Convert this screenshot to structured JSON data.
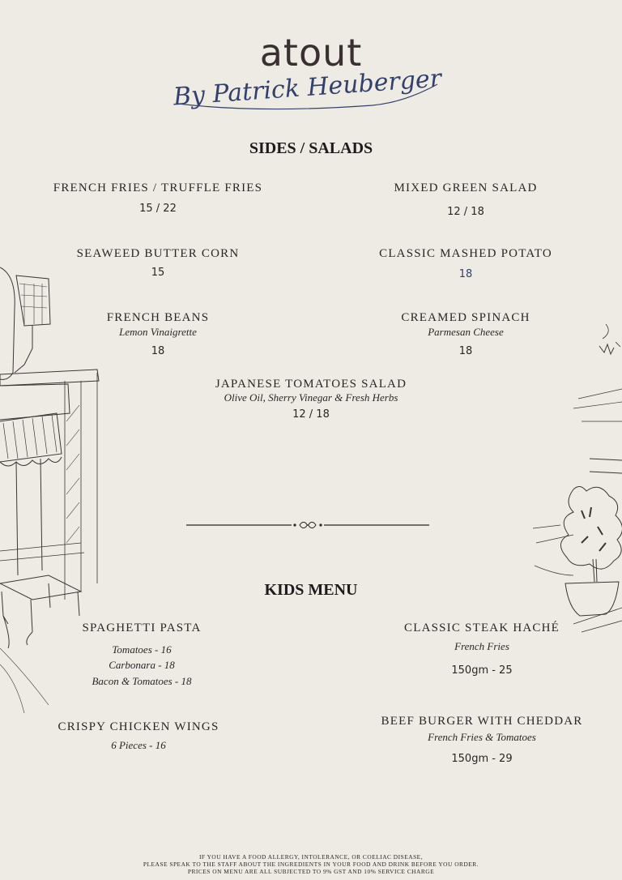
{
  "header": {
    "brand": "atout",
    "script_tagline": "By Patrick Heuberger"
  },
  "sides": {
    "title": "SIDES / SALADS",
    "items": [
      {
        "name": "FRENCH FRIES / TRUFFLE FRIES",
        "desc": "",
        "price": "15 / 22"
      },
      {
        "name": "MIXED GREEN SALAD",
        "desc": "",
        "price": "12 / 18"
      },
      {
        "name": "SEAWEED BUTTER CORN",
        "desc": "",
        "price": "15"
      },
      {
        "name": "CLASSIC MASHED POTATO",
        "desc": "",
        "price": "18"
      },
      {
        "name": "FRENCH BEANS",
        "desc": "Lemon Vinaigrette",
        "price": "18"
      },
      {
        "name": "CREAMED SPINACH",
        "desc": "Parmesan Cheese",
        "price": "18"
      },
      {
        "name": "JAPANESE TOMATOES SALAD",
        "desc": "Olive Oil, Sherry Vinegar & Fresh Herbs",
        "price": "12 / 18"
      }
    ]
  },
  "kids": {
    "title": "KIDS MENU",
    "items": [
      {
        "name": "SPAGHETTI PASTA",
        "lines": [
          "Tomatoes - 16",
          "Carbonara - 18",
          "Bacon & Tomatoes - 18"
        ]
      },
      {
        "name": "CLASSIC STEAK HACHÉ",
        "desc": "French Fries",
        "price": "150gm - 25"
      },
      {
        "name": "CRISPY CHICKEN WINGS",
        "lines": [
          "6 Pieces - 16"
        ]
      },
      {
        "name": "BEEF BURGER WITH CHEDDAR",
        "desc": "French Fries & Tomatoes",
        "price": "150gm - 29"
      }
    ]
  },
  "footer": {
    "line1": "IF YOU HAVE A FOOD ALLERGY, INTOLERANCE, OR COELIAC DISEASE,",
    "line2": "PLEASE SPEAK TO THE STAFF ABOUT THE INGREDIENTS IN YOUR FOOD AND DRINK BEFORE YOU ORDER.",
    "line3": "PRICES ON MENU ARE ALL SUBJECTED TO 9% GST AND 10% SERVICE CHARGE"
  },
  "colors": {
    "background": "#eeebe4",
    "text": "#2e2a2b",
    "script": "#33406c"
  }
}
